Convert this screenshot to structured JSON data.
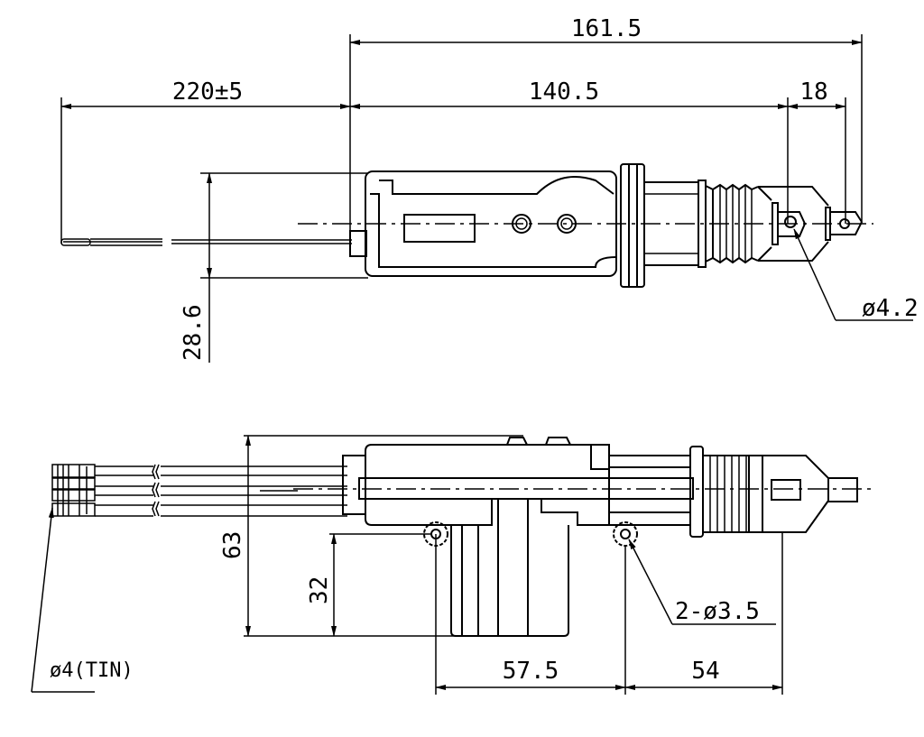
{
  "top_view": {
    "dim_overall": "161.5",
    "dim_wire": "220±5",
    "dim_body": "140.5",
    "dim_eye": "18",
    "dim_height": "28.6",
    "hole_label": "ø4.2"
  },
  "side_view": {
    "dim_height": "63",
    "dim_mount_height": "32",
    "dim_hole_spacing": "57.5",
    "dim_hole_to_end": "54",
    "holes_label": "2-ø3.5",
    "terminal_label": "ø4(TIN)"
  }
}
